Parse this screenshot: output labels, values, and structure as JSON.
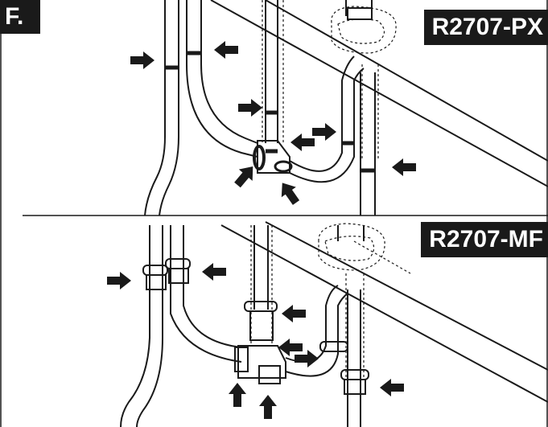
{
  "step_label": "F.",
  "panels": [
    {
      "model": "R2707-PX"
    },
    {
      "model": "R2707-MF"
    }
  ],
  "colors": {
    "line": "#1a1a1a",
    "background": "#ffffff",
    "label_bg": "#1a1a1a",
    "label_text": "#ffffff"
  },
  "icons": [
    "arrow-icon"
  ]
}
